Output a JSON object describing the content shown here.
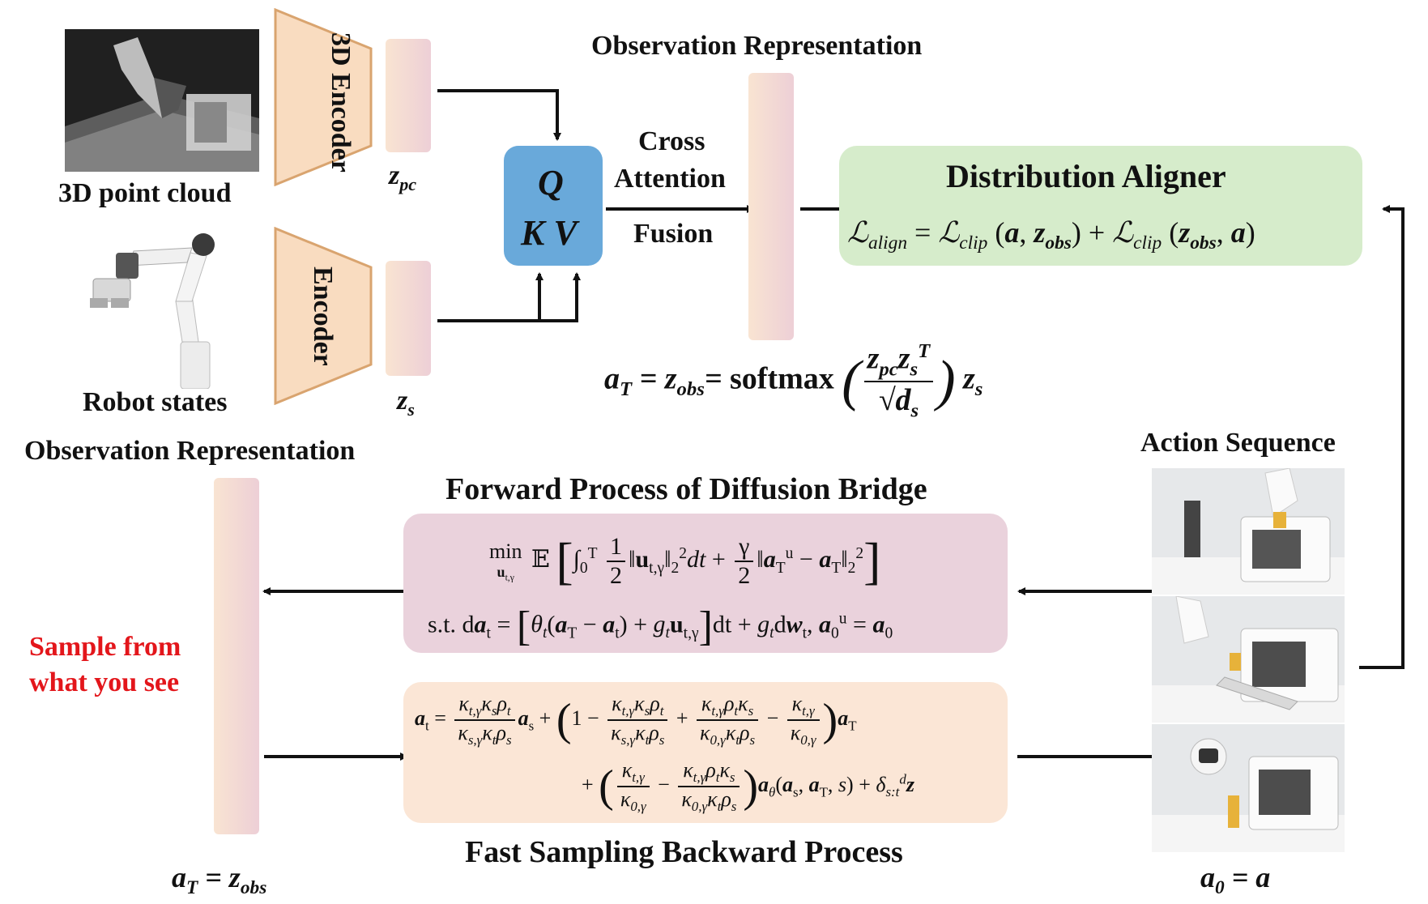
{
  "labels": {
    "point_cloud": "3D point cloud",
    "robot_states": "Robot states",
    "encoder_3d": "3D Encoder",
    "encoder": "Encoder",
    "z_pc": "z",
    "z_pc_sub": "pc",
    "z_s": "z",
    "z_s_sub": "s",
    "obs_rep_top": "Observation Representation",
    "obs_rep_left": "Observation Representation",
    "cross_attention_1": "Cross",
    "cross_attention_2": "Attention",
    "fusion": "Fusion",
    "qkv_q": "Q",
    "qkv_kv": "K V",
    "distribution_aligner": "Distribution Aligner",
    "action_sequence": "Action Sequence",
    "forward_title": "Forward Process of Diffusion Bridge",
    "backward_title": "Fast Sampling Backward Process",
    "sample_line1": "Sample from",
    "sample_line2": "what you see",
    "aT_eq_zobs": "a",
    "a0_eq_a": "a"
  },
  "colors": {
    "qkv_box": "#69a9da",
    "aligner_box": "#d6eccb",
    "forward_box": "#ead2dc",
    "backward_box": "#fbe6d6",
    "encoder_fill": "#f9dcc0",
    "sample_text": "#e3161b"
  }
}
